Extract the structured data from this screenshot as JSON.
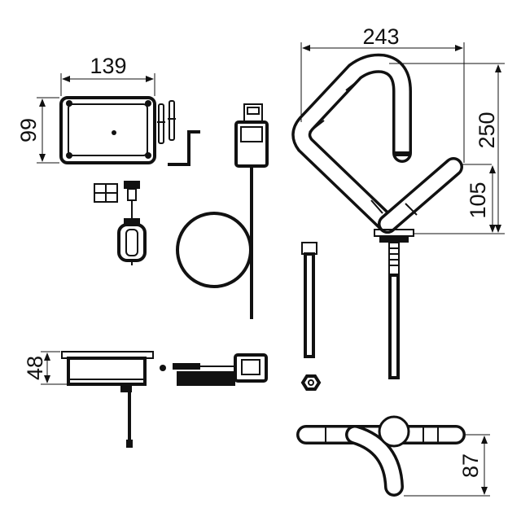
{
  "dimensions": {
    "sensor_width": "139",
    "sensor_height": "99",
    "box_height": "48",
    "tap_width": "243",
    "tap_height": "250",
    "tap_lower": "105",
    "tap_depth": "87"
  },
  "colors": {
    "ink": "#111111",
    "background": "#ffffff"
  }
}
